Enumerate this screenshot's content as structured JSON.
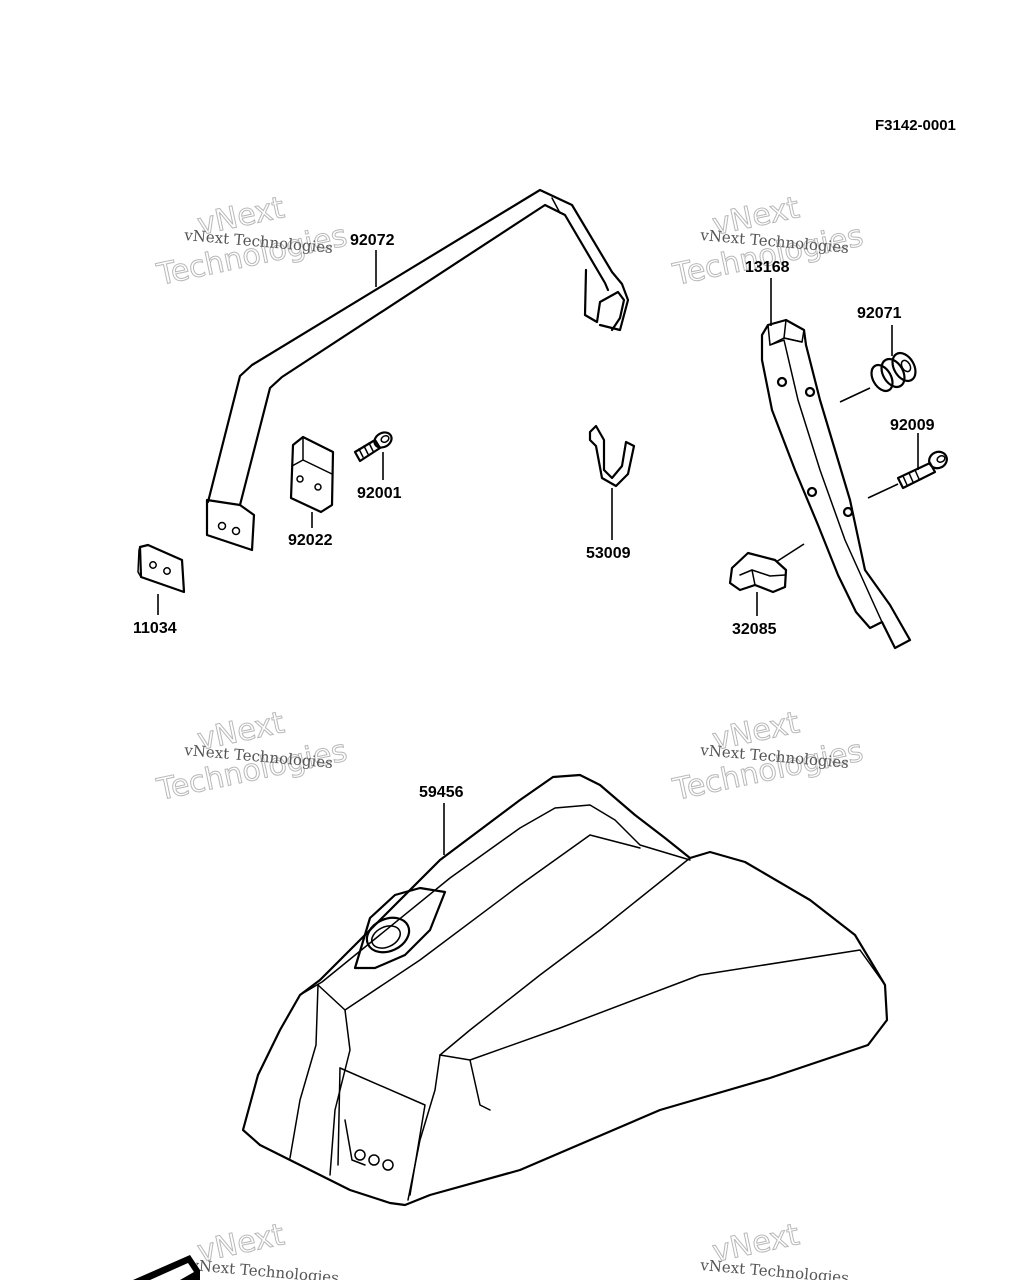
{
  "diagram_code": "F3142-0001",
  "watermark": {
    "line1": "vNext Technologies",
    "line2": "vNext",
    "line3": "Technologies"
  },
  "parts": [
    {
      "number": "92072"
    },
    {
      "number": "13168"
    },
    {
      "number": "92071"
    },
    {
      "number": "92009"
    },
    {
      "number": "92001"
    },
    {
      "number": "92022"
    },
    {
      "number": "53009"
    },
    {
      "number": "11034"
    },
    {
      "number": "32085"
    },
    {
      "number": "59456"
    }
  ]
}
